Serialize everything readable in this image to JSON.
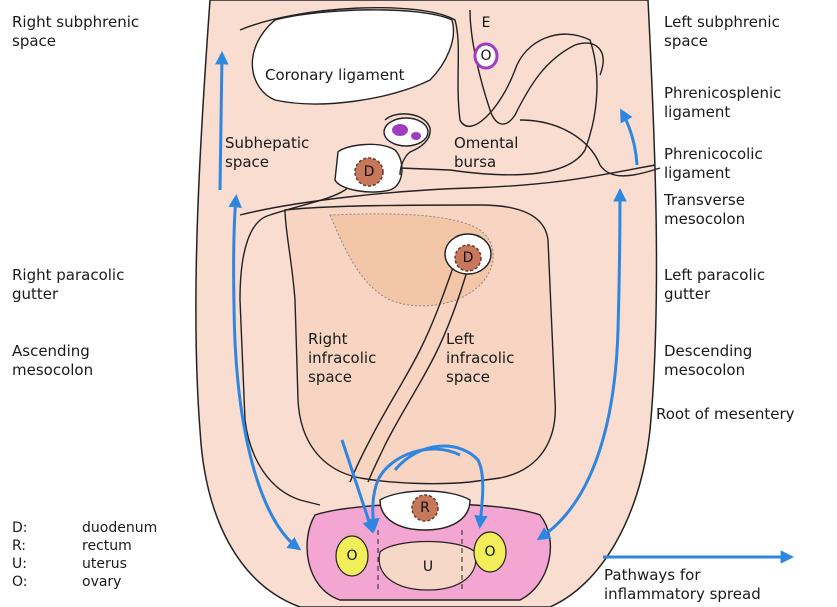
{
  "labels": {
    "right_subphrenic_space": "Right subphrenic\nspace",
    "left_subphrenic_space": "Left subphrenic\nspace",
    "phrenicosplenic_ligament": "Phrenicosplenic\nligament",
    "phrenicocolic_ligament": "Phrenicocolic\nligament",
    "transverse_mesocolon": "Transverse\nmesocolon",
    "right_paracolic_gutter": "Right paracolic\ngutter",
    "left_paracolic_gutter": "Left paracolic\ngutter",
    "ascending_mesocolon": "Ascending\nmesocolon",
    "descending_mesocolon": "Descending\nmesocolon",
    "root_of_mesentery": "Root of mesentery",
    "coronary_ligament": "Coronary ligament",
    "subhepatic_space": "Subhepatic\nspace",
    "omental_bursa": "Omental\nbursa",
    "right_infracolic_space": "Right\ninfracolic\nspace",
    "left_infracolic_space": "Left\ninfracolic\nspace",
    "pathways": "Pathways for\ninflammatory spread"
  },
  "glyphs": {
    "E": "E",
    "O_top": "O",
    "D_upper": "D",
    "D_lower": "D",
    "R": "R",
    "U": "U",
    "O_left": "O",
    "O_right": "O"
  },
  "legend": [
    {
      "code": "D:",
      "meaning": "duodenum"
    },
    {
      "code": "R:",
      "meaning": "rectum"
    },
    {
      "code": "U:",
      "meaning": "uterus"
    },
    {
      "code": "O:",
      "meaning": "ovary"
    }
  ],
  "colors": {
    "peritoneum_fill": "#f9ddd0",
    "outline": "#222222",
    "mesentery_fill": "#f3c6a8",
    "pelvis_fill": "#f4a6d2",
    "arrow": "#2f86e0",
    "ovary": "#f2ee5a",
    "duodenum": "#c8785a",
    "purple": "#a03cc0"
  }
}
